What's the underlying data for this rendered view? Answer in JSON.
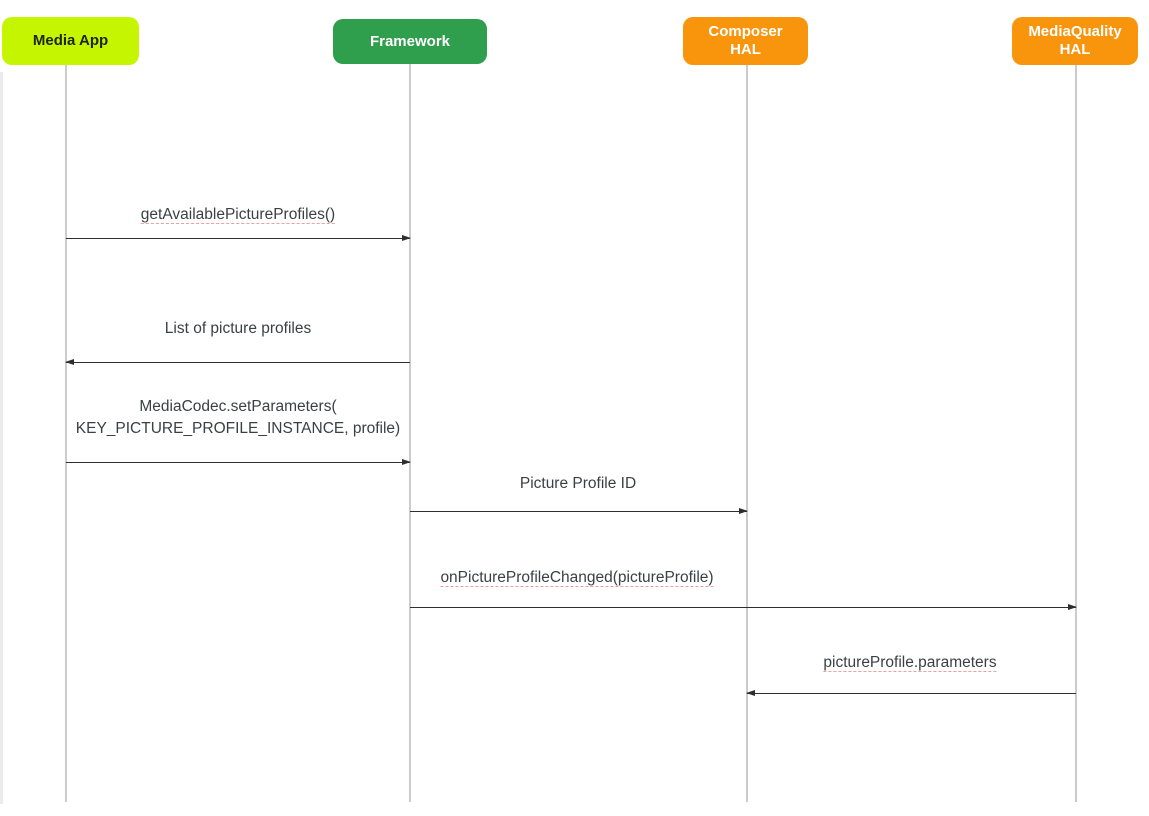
{
  "diagram_type": "sequence-diagram",
  "actors": [
    {
      "id": "media-app",
      "label": "Media App",
      "color": "#c6f500",
      "text_color": "#1f2410"
    },
    {
      "id": "framework",
      "label": "Framework",
      "color": "#2f9e4d",
      "text_color": "#ffffff"
    },
    {
      "id": "composer-hal",
      "label": "Composer\nHAL",
      "color": "#f8950d",
      "text_color": "#ffffff"
    },
    {
      "id": "mediaquality-hal",
      "label": "MediaQuality\nHAL",
      "color": "#f8950d",
      "text_color": "#ffffff"
    }
  ],
  "messages": [
    {
      "from": "Media App",
      "to": "Framework",
      "direction": "right",
      "label": "getAvailablePictureProfiles()",
      "spellcheck_underline": true
    },
    {
      "from": "Framework",
      "to": "Media App",
      "direction": "left",
      "label": "List of picture profiles",
      "spellcheck_underline": false
    },
    {
      "from": "Media App",
      "to": "Framework",
      "direction": "right",
      "label": "MediaCodec.setParameters(\nKEY_PICTURE_PROFILE_INSTANCE, profile)",
      "spellcheck_underline": false
    },
    {
      "from": "Framework",
      "to": "Composer HAL",
      "direction": "right",
      "label": "Picture Profile ID",
      "spellcheck_underline": false
    },
    {
      "from": "Framework",
      "to": "MediaQuality HAL",
      "direction": "right",
      "label": "onPictureProfileChanged(pictureProfile)",
      "spellcheck_underline": true
    },
    {
      "from": "MediaQuality HAL",
      "to": "Composer HAL",
      "direction": "left",
      "label": "pictureProfile.parameters",
      "spellcheck_underline": true
    }
  ],
  "colors": {
    "background": "#ffffff",
    "lifeline": "#cbcbcb",
    "arrow": "#2e2e2e",
    "message_text": "#3c4043",
    "spellcheck": "#e8a19b"
  }
}
